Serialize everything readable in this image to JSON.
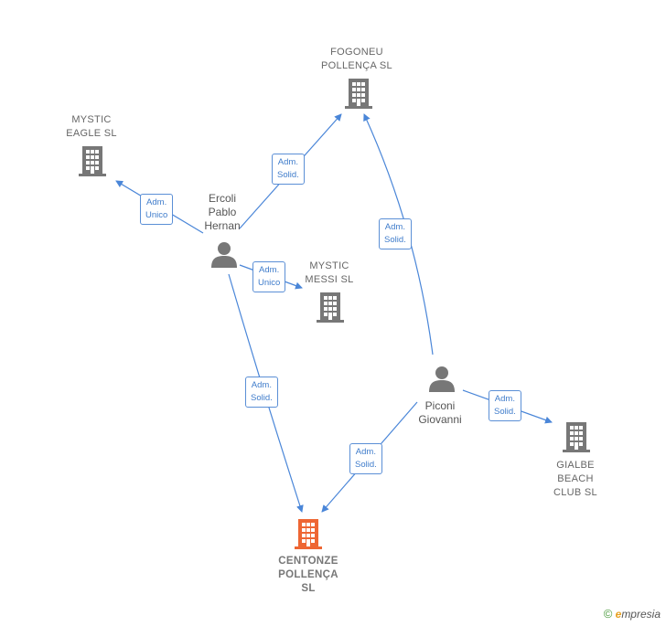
{
  "nodes": {
    "fogoneu": {
      "label": "FOGONEU\nPOLLENÇA  SL"
    },
    "mystic_eagle": {
      "label": "MYSTIC\nEAGLE  SL"
    },
    "mystic_messi": {
      "label": "MYSTIC\nMESSI  SL"
    },
    "centonze": {
      "label": "CENTONZE\nPOLLENÇA\nSL"
    },
    "gialbe": {
      "label": "GIALBE\nBEACH\nCLUB  SL"
    },
    "ercoli": {
      "label": "Ercoli\nPablo\nHernan"
    },
    "piconi": {
      "label": "Piconi\nGiovanni"
    }
  },
  "edges": {
    "ercoli_fogoneu": "Adm.\nSolid.",
    "ercoli_eagle": "Adm.\nUnico",
    "ercoli_messi": "Adm.\nUnico",
    "ercoli_centonze": "Adm.\nSolid.",
    "piconi_fogoneu": "Adm.\nSolid.",
    "piconi_centonze": "Adm.\nSolid.",
    "piconi_gialbe": "Adm.\nSolid."
  },
  "colors": {
    "edge": "#4a86d8",
    "company": "#777777",
    "main_company": "#ee6633",
    "person": "#777777"
  },
  "footer": {
    "copyright": "©",
    "brand_first": "e",
    "brand_rest": "mpresia"
  }
}
